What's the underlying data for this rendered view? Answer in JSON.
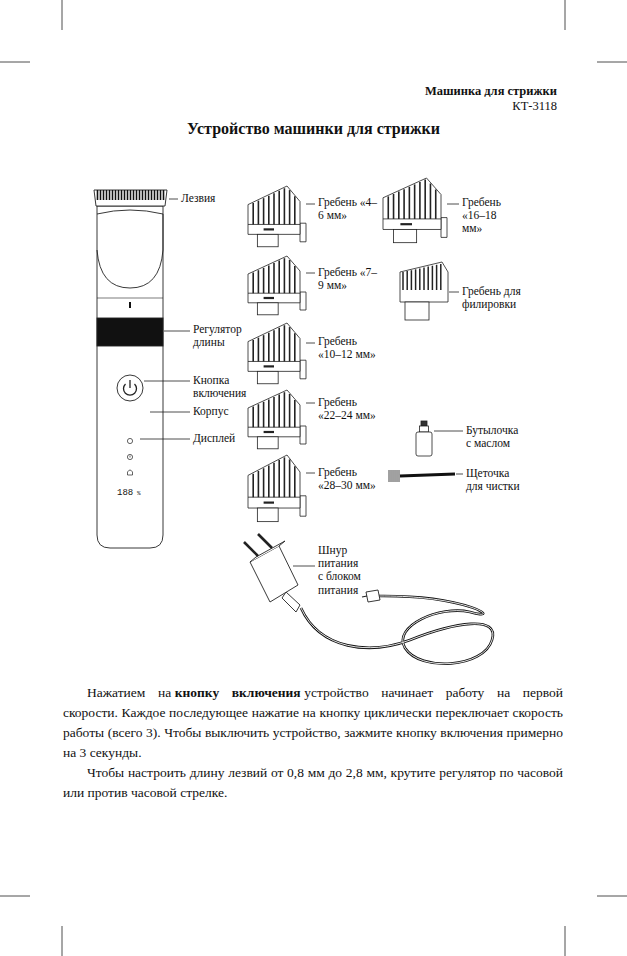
{
  "diagram": {
    "title": "Устройство машинки для стрижки",
    "labels": [
      "Машинка для стрижки",
      "КТ-3118",
      "Лезвия",
      "Регулятор длины",
      "Кнопка включения",
      "Корпус",
      "Дисплей",
      "188",
      "%",
      "Гребень «4–6 мм»",
      "Гребень «7–9 мм»",
      "Гребень «10–12 мм»",
      "Гребень «22–24 мм»",
      "Гребень «28–30 мм»",
      "Гребень «16–18 мм»",
      "Гребень для филировки",
      "Бутылочка с маслом",
      "Щеточка для чистки",
      "Шнур питания с блоком питания",
      "Нажатием на",
      "кнопку включения",
      "устройство начинает работу на первой скорости. Каждое последующее нажатие на кнопку циклически переключает скорость работы (всего 3). Чтобы выключить устройство, зажмите кнопку включения примерно на 3 секунды.",
      "Чтобы настроить длину лезвий от 0,8 мм до 2,8 мм, крутите регулятор по часовой или против часовой стрелке."
    ]
  }
}
